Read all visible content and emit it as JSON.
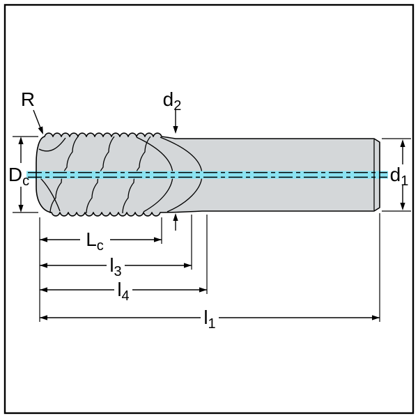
{
  "diagram": {
    "title": "end-mill-dimensional-drawing",
    "labels": {
      "r": {
        "main": "R",
        "sub": ""
      },
      "d2": {
        "main": "d",
        "sub": "2"
      },
      "dc": {
        "main": "D",
        "sub": "c"
      },
      "d1": {
        "main": "d",
        "sub": "1"
      },
      "lc": {
        "main": "L",
        "sub": "c"
      },
      "l3": {
        "main": "l",
        "sub": "3"
      },
      "l4": {
        "main": "l",
        "sub": "4"
      },
      "l1": {
        "main": "l",
        "sub": "1"
      }
    },
    "colors": {
      "centerline": "#8ae3f2",
      "tool_fill": "#d4d7d9",
      "outline": "#000000",
      "background": "#ffffff"
    }
  }
}
